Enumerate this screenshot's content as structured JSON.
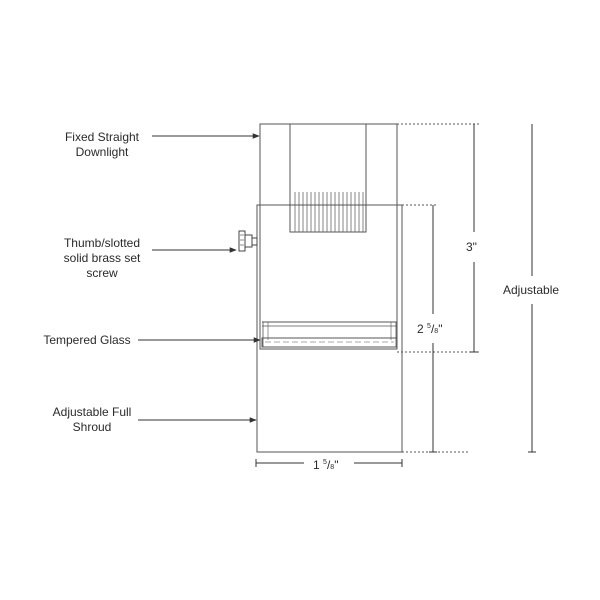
{
  "callouts": {
    "downlight": [
      "Fixed Straight",
      "Downlight"
    ],
    "screw": [
      "Thumb/slotted",
      "solid brass set",
      "screw"
    ],
    "glass": [
      "Tempered Glass"
    ],
    "shroud": [
      "Adjustable Full",
      "Shroud"
    ]
  },
  "dimensions": {
    "height_3": {
      "text": "3\""
    },
    "height_2_5_8": {
      "whole": "2",
      "num": "5",
      "den": "8",
      "unit": "\""
    },
    "width_1_5_8": {
      "whole": "1",
      "num": "5",
      "den": "8",
      "unit": "\""
    },
    "adjustable": {
      "text": "Adjustable"
    }
  },
  "colors": {
    "line": "#555555",
    "text": "#2a2a2a"
  }
}
